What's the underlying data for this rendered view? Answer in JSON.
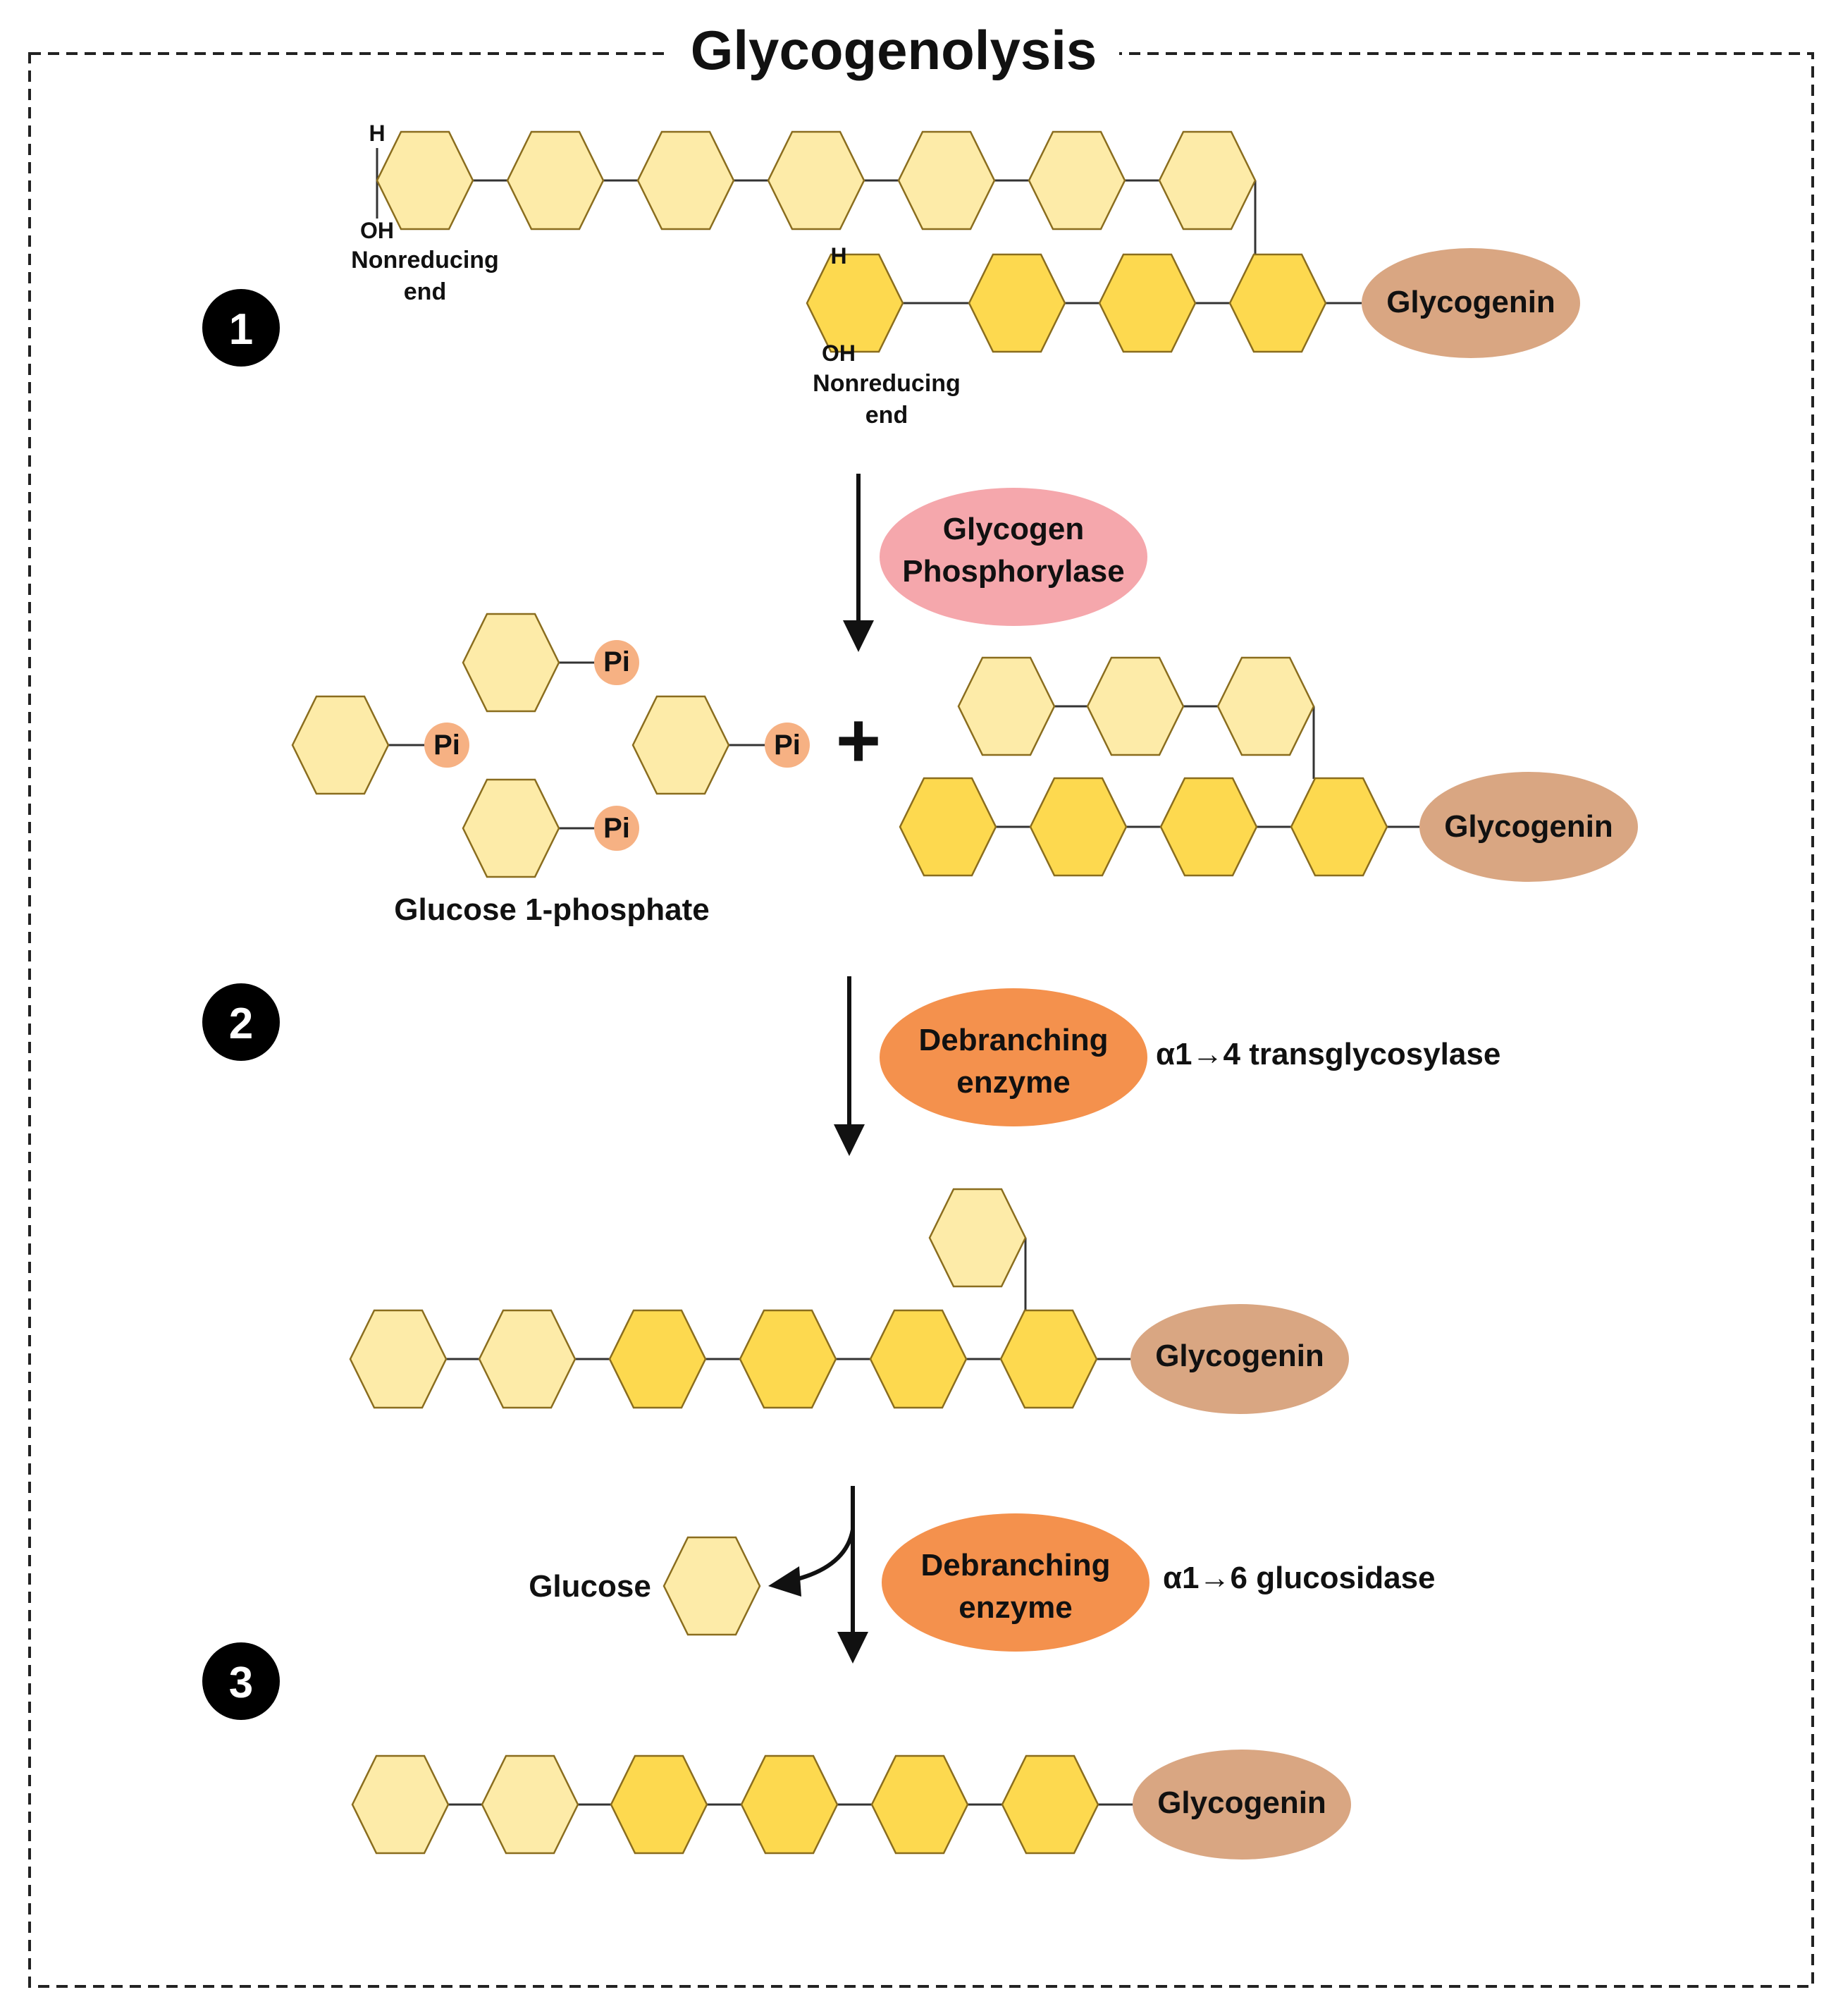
{
  "title": "Glycogenolysis",
  "colors": {
    "light_glucose": "#FDEBA8",
    "dark_glucose": "#FDD94F",
    "glucose_stroke": "#8A6D1E",
    "glycogenin": "#D9A682",
    "phosphate": "#F6B183",
    "phosphorylase": "#F5A7AC",
    "debranching": "#F4914D",
    "step_badge": "#000000",
    "border": "#222222"
  },
  "steps": [
    "1",
    "2",
    "3"
  ],
  "labels": {
    "h": "H",
    "oh": "OH",
    "nonreducing": "Nonreducing",
    "end": "end",
    "glycogenin": "Glycogenin",
    "pi": "Pi",
    "plus": "+",
    "glucose_1_phosphate": "Glucose 1-phosphate",
    "glucose": "Glucose"
  },
  "enzymes": {
    "phosphorylase": [
      "Glycogen",
      "Phosphorylase"
    ],
    "debranching_1": [
      "Debranching",
      "enzyme"
    ],
    "debranching_2": [
      "Debranching",
      "enzyme"
    ]
  },
  "activities": {
    "transglycosylase": "α1→4 transglycosylase",
    "glucosidase": "α1→6 glucosidase"
  }
}
